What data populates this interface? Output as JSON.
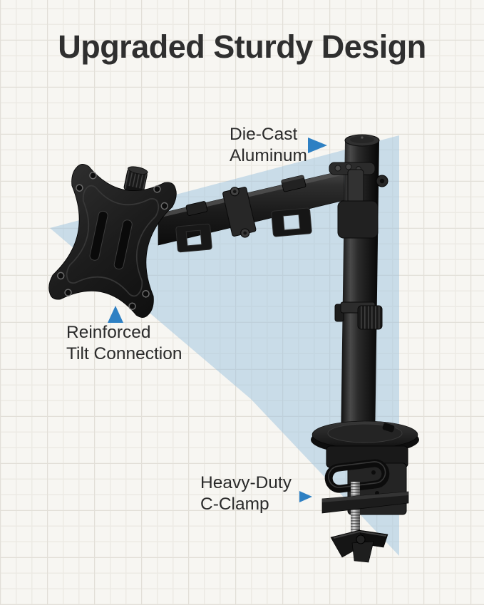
{
  "title": "Upgraded Sturdy Design",
  "annotations": {
    "die_cast": {
      "line1": "Die-Cast",
      "line2": "Aluminum",
      "arrow_direction": "right"
    },
    "tilt": {
      "line1": "Reinforced",
      "line2": "Tilt Connection",
      "arrow_direction": "up"
    },
    "clamp": {
      "line1": "Heavy-Duty",
      "line2": "C-Clamp",
      "arrow_direction": "right"
    }
  },
  "illustration": {
    "subject": "single-monitor-desk-mount-arm",
    "parts": [
      "vesa-plate",
      "tilt-knob",
      "articulating-arm",
      "cable-management-clips",
      "cable-rings",
      "pole",
      "arm-collar",
      "height-adjustment-collar",
      "desk-base-plate",
      "c-clamp",
      "clamp-grommet-ring",
      "threaded-rod",
      "tightening-t-handle"
    ]
  },
  "colors": {
    "background": "#f7f6f2",
    "grid_line": "#eceae4",
    "accent_triangle": "#9bc2de",
    "arrow_blue": "#2e80c3",
    "title_text": "#2f2f2f",
    "label_text": "#2a2a2a",
    "product_black": "#1a1a1a"
  }
}
